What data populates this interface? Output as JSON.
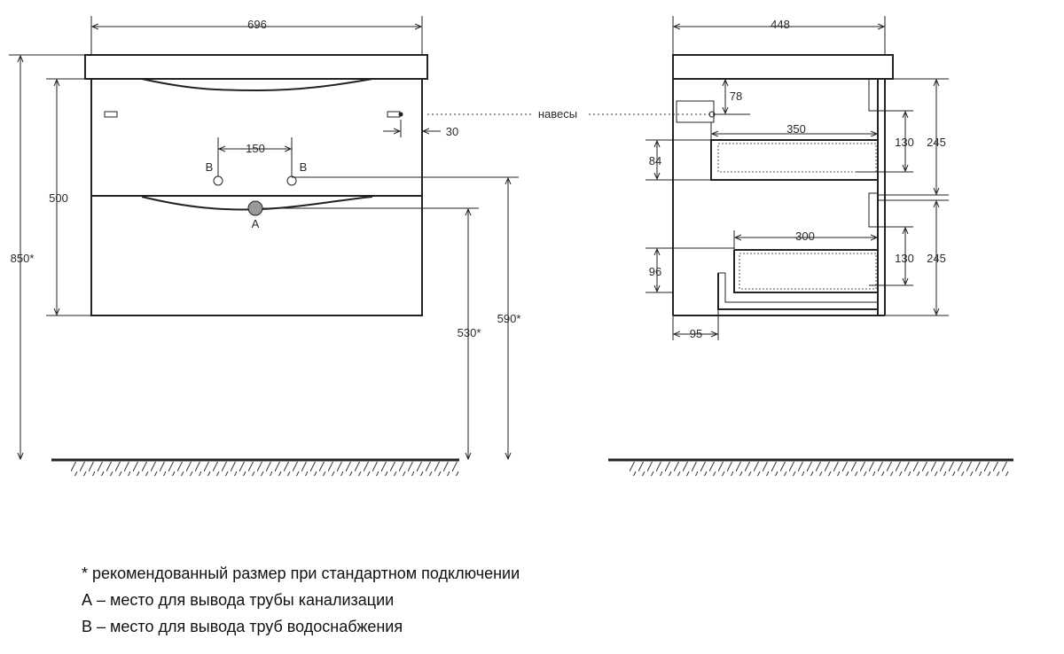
{
  "front_view": {
    "width": "696",
    "height_total": "850*",
    "body_height": "500",
    "tap_spacing": "150",
    "hanger_offset": "30",
    "drain_height": "530*",
    "supply_height": "590*",
    "label_b_left": "B",
    "label_b_right": "B",
    "label_a": "A"
  },
  "side_view": {
    "depth": "448",
    "hanger_top": "78",
    "top_drawer_depth": "350",
    "top_drawer_inner": "130",
    "top_drawer_section": "245",
    "top_offset": "84",
    "bottom_drawer_depth": "300",
    "bottom_drawer_inner": "130",
    "bottom_drawer_section": "245",
    "bottom_offset": "96",
    "back_gap": "95"
  },
  "hangers_label": "навесы",
  "notes": [
    "* рекомендованный размер при стандартном подключении",
    "А – место для вывода трубы канализации",
    "В – место для вывода труб водоснабжения"
  ]
}
